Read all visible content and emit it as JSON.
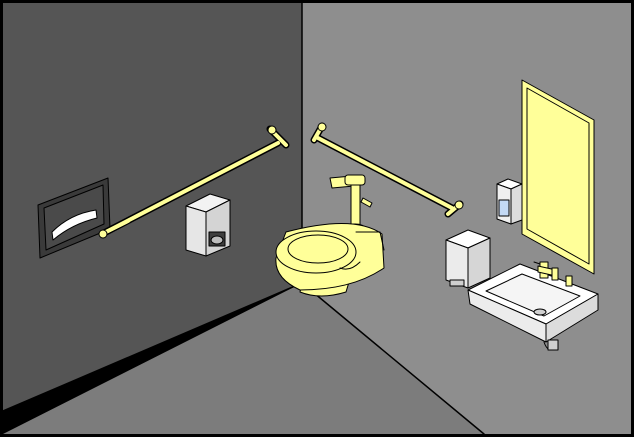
{
  "scene": {
    "colors": {
      "frame": "#000000",
      "left_wall": "#555555",
      "right_wall": "#8e8e8e",
      "floor": "#7c7c7c",
      "fixture_yellow": "#ffff99",
      "fixture_white": "#ffffff",
      "fixture_gray": "#cfcfcf",
      "dispenser_dark": "#3e3e3e",
      "soap_blue": "#c3d9f5",
      "outline": "#000000"
    },
    "fixtures": [
      "seat-cover-dispenser",
      "grab-bar-left",
      "toilet-paper-dispenser",
      "grab-bar-right",
      "flush-valve",
      "toilet",
      "toilet-tank",
      "soap-dispenser",
      "mirror",
      "sink",
      "faucet"
    ]
  }
}
